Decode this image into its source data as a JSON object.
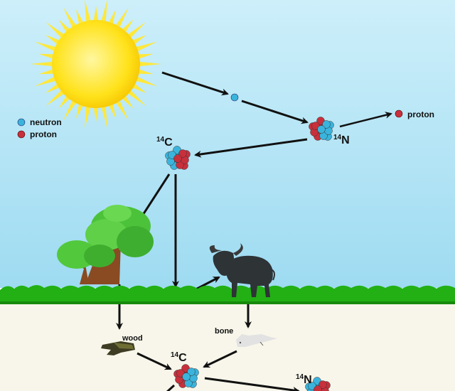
{
  "legend": {
    "neutron": "neutron",
    "proton": "proton"
  },
  "labels": {
    "emitted_proton": "proton",
    "n14_top_sup": "14",
    "n14_top": "N",
    "c14_top_sup": "14",
    "c14_top": "C",
    "wood": "wood",
    "bone": "bone",
    "c14_bottom_sup": "14",
    "c14_bottom": "C",
    "n14_bottom_sup": "14",
    "n14_bottom": "N"
  },
  "colors": {
    "neutron": "#3ab4dc",
    "proton": "#c8303c",
    "sky_top": "#c6ecf8",
    "sky_bottom": "#9fdcf2",
    "grass": "#22b014",
    "ground": "#f8f6ea",
    "sun": "#ffe21a"
  }
}
